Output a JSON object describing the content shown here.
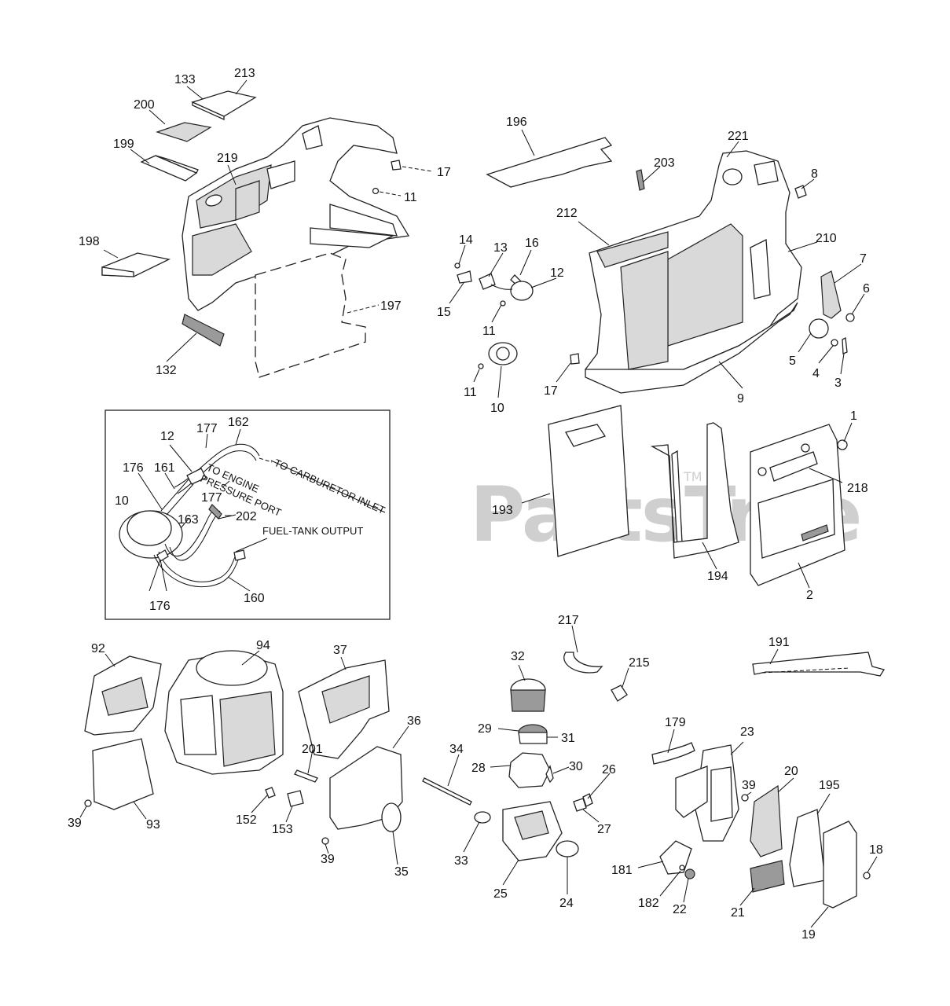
{
  "watermark": {
    "text": "PartsTree",
    "tm": "TM"
  },
  "inset_notes": {
    "carburetor_inlet": "TO CARBURETOR INLET",
    "engine_pressure_line1": "TO ENGINE",
    "engine_pressure_line2": "PRESSURE PORT",
    "fuel_tank_output": "FUEL-TANK OUTPUT"
  },
  "callouts": [
    "133",
    "213",
    "200",
    "199",
    "219",
    "17",
    "11",
    "198",
    "197",
    "132",
    "196",
    "203",
    "221",
    "8",
    "212",
    "210",
    "14",
    "13",
    "16",
    "12",
    "15",
    "11",
    "7",
    "6",
    "5",
    "4",
    "3",
    "10",
    "11",
    "17",
    "9",
    "1",
    "218",
    "193",
    "194",
    "2",
    "12",
    "177",
    "162",
    "176",
    "161",
    "177",
    "10",
    "163",
    "202",
    "176",
    "160",
    "92",
    "94",
    "37",
    "36",
    "93",
    "39",
    "201",
    "152",
    "153",
    "39",
    "35",
    "217",
    "32",
    "215",
    "29",
    "31",
    "28",
    "30",
    "34",
    "26",
    "27",
    "33",
    "25",
    "24",
    "191",
    "179",
    "23",
    "39",
    "20",
    "195",
    "18",
    "181",
    "182",
    "22",
    "21",
    "19"
  ]
}
